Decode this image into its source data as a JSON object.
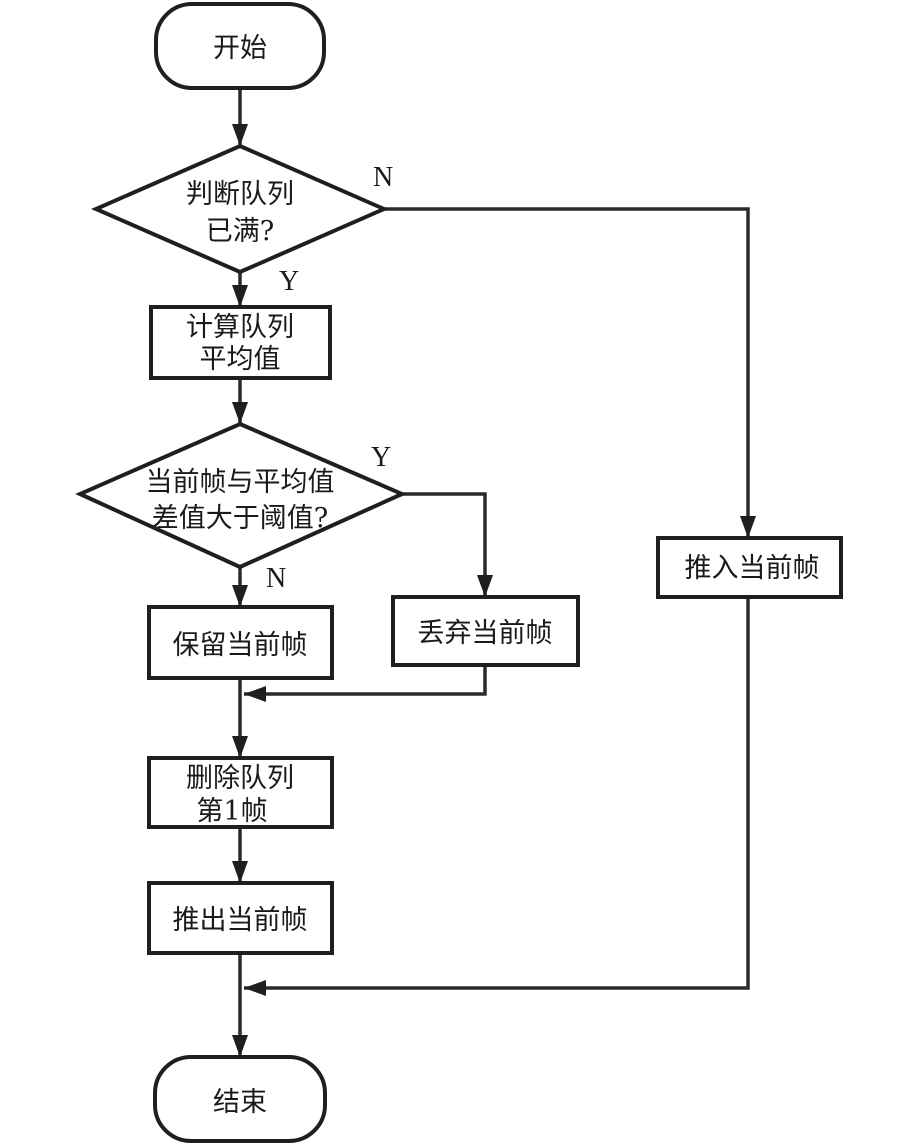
{
  "diagram": {
    "type": "flowchart",
    "nodes": {
      "start": {
        "shape": "terminal",
        "lines": [
          "开始"
        ]
      },
      "queue_full": {
        "shape": "decision",
        "lines": [
          "判断队列",
          "已满?"
        ]
      },
      "compute_avg": {
        "shape": "process",
        "lines": [
          "计算队列",
          "平均值"
        ]
      },
      "diff_check": {
        "shape": "decision",
        "lines": [
          "当前帧与平均值",
          "差值大于阈值?"
        ]
      },
      "keep_frame": {
        "shape": "process",
        "lines": [
          "保留当前帧"
        ]
      },
      "drop_frame": {
        "shape": "process",
        "lines": [
          "丢弃当前帧"
        ]
      },
      "push_in_frame": {
        "shape": "process",
        "lines": [
          "推入当前帧"
        ]
      },
      "delete_first": {
        "shape": "process",
        "lines": [
          "删除队列",
          "第1帧"
        ]
      },
      "push_out_frame": {
        "shape": "process",
        "lines": [
          "推出当前帧"
        ]
      },
      "end": {
        "shape": "terminal",
        "lines": [
          "结束"
        ]
      }
    },
    "edges": [
      {
        "from": "start",
        "to": "queue_full",
        "label": ""
      },
      {
        "from": "queue_full",
        "to": "compute_avg",
        "label": "Y"
      },
      {
        "from": "queue_full",
        "to": "push_in_frame",
        "label": "N"
      },
      {
        "from": "compute_avg",
        "to": "diff_check",
        "label": ""
      },
      {
        "from": "diff_check",
        "to": "drop_frame",
        "label": "Y"
      },
      {
        "from": "diff_check",
        "to": "keep_frame",
        "label": "N"
      },
      {
        "from": "drop_frame",
        "to": "delete_first",
        "label": ""
      },
      {
        "from": "keep_frame",
        "to": "delete_first",
        "label": ""
      },
      {
        "from": "delete_first",
        "to": "push_out_frame",
        "label": ""
      },
      {
        "from": "push_out_frame",
        "to": "end",
        "label": ""
      },
      {
        "from": "push_in_frame",
        "to": "end",
        "label": ""
      }
    ]
  }
}
